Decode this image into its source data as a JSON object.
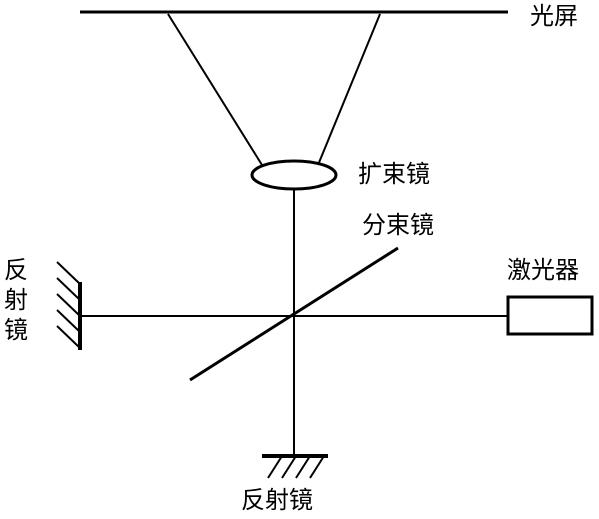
{
  "labels": {
    "screen": "光屏",
    "beam_expander": "扩束镜",
    "beam_splitter": "分束镜",
    "laser": "激光器",
    "mirror_left": [
      "反",
      "射",
      "镜"
    ],
    "mirror_bottom": "反射镜"
  },
  "colors": {
    "line": "#000000",
    "background": "#ffffff"
  }
}
